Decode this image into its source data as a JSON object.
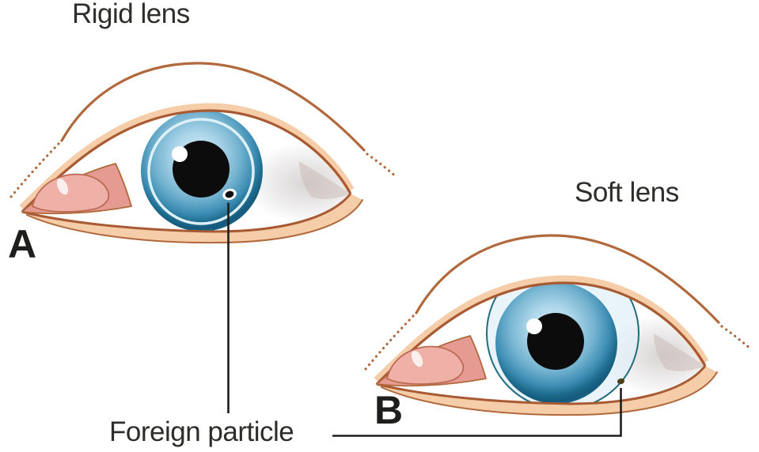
{
  "figure": {
    "panels": [
      {
        "panel_label": "A",
        "lens_type_label": "Rigid lens",
        "illustration": "eye-with-rigid-contact-lens",
        "particle_location": "trapped under lens over iris, below pupil"
      },
      {
        "panel_label": "B",
        "lens_type_label": "Soft lens",
        "illustration": "eye-with-soft-contact-lens",
        "particle_location": "trapped at lower lens edge over sclera"
      }
    ],
    "annotation": {
      "label": "Foreign particle"
    }
  },
  "palette": {
    "css_vars": {
      "--c-text": "#2e2d2b",
      "--c-brown": "#b1693c",
      "--c-lash": "#a85a33",
      "--c-peach": "#f5cda9",
      "--c-pink-region": "#e59a92",
      "--c-caruncle": "#efb0a7",
      "--c-caruncle-line": "#bb6a50",
      "--c-pupil": "#0c0c0c",
      "--c-ring": "#ddf0f8",
      "--c-lens-edge": "#226b7e",
      "--c-lens-fill": "rgba(224,240,248,0.70)",
      "--c-particle-a": "#101010",
      "--c-particle-b": "#4a4418",
      "--c-leader": "#1d1d1b",
      "--c-shade": "#c9b9b5",
      "--c-bg": "#ffffff"
    },
    "iris_gradient": [
      "#d9eef8",
      "#abd5e9",
      "#74b3d0",
      "#3d8db4",
      "#1e6c8e",
      "#155a7c",
      "#1b6787"
    ]
  }
}
